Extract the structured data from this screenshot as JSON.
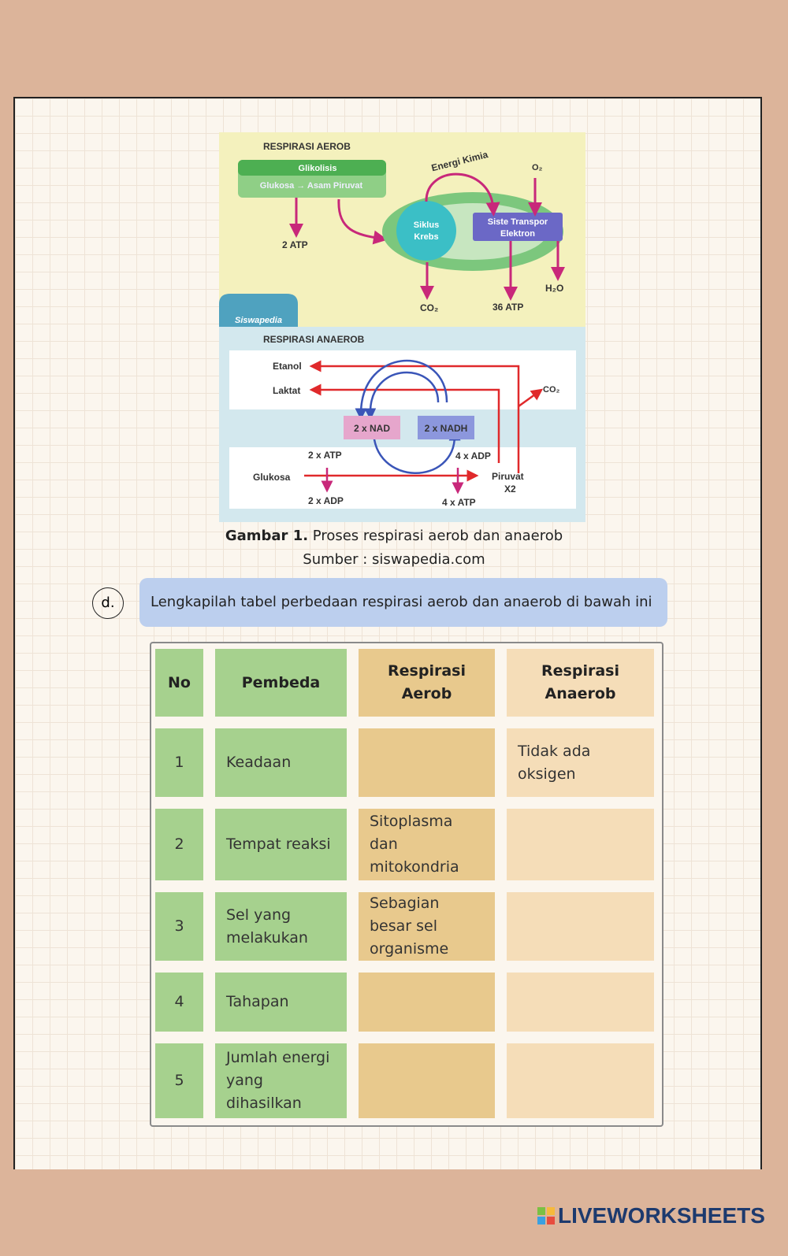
{
  "diagram": {
    "aerob_title": "RESPIRASI AEROB",
    "glikolisis": "Glikolisis",
    "glukosa_piruvat": "Glukosa → Asam Piruvat",
    "atp2": "2 ATP",
    "energi_kimia": "Energi Kimia",
    "o2": "O₂",
    "siklus": "Siklus",
    "krebs": "Krebs",
    "ste1": "Siste Transpor",
    "ste2": "Elektron",
    "co2": "CO₂",
    "atp36": "36 ATP",
    "h2o": "H₂O",
    "brand": "Siswapedia",
    "anaerob_title": "RESPIRASI ANAEROB",
    "etanol": "Etanol",
    "laktat": "Laktat",
    "co2b": "CO₂",
    "nad": "2 x NAD",
    "nadh": "2 x NADH",
    "atp2x": "2 x ATP",
    "adp4x": "4 x ADP",
    "glukosa": "Glukosa",
    "piruvat": "Piruvat",
    "x2": "X2",
    "adp2x": "2 x ADP",
    "atp4x": "4 x ATP"
  },
  "caption": {
    "bold": "Gambar 1.",
    "text": " Proses respirasi aerob dan anaerob",
    "source": "Sumber : siswapedia.com"
  },
  "instruction": {
    "marker": "d.",
    "text": "Lengkapilah tabel perbedaan respirasi aerob dan anaerob di bawah ini"
  },
  "table": {
    "headers": [
      "No",
      "Pembeda",
      "Respirasi Aerob",
      "Respirasi Anaerob"
    ],
    "rows": [
      {
        "no": "1",
        "pembeda": "Keadaan",
        "aerob": "",
        "anaerob": "Tidak ada oksigen"
      },
      {
        "no": "2",
        "pembeda": "Tempat reaksi",
        "aerob": "Sitoplasma dan mitokondria",
        "anaerob": ""
      },
      {
        "no": "3",
        "pembeda": "Sel yang melakukan",
        "aerob": "Sebagian besar sel organisme",
        "anaerob": ""
      },
      {
        "no": "4",
        "pembeda": "Tahapan",
        "aerob": "",
        "anaerob": ""
      },
      {
        "no": "5",
        "pembeda": "Jumlah energi yang dihasilkan",
        "aerob": "",
        "anaerob": ""
      }
    ]
  },
  "footer": {
    "logo": "LIVEWORKSHEETS"
  }
}
